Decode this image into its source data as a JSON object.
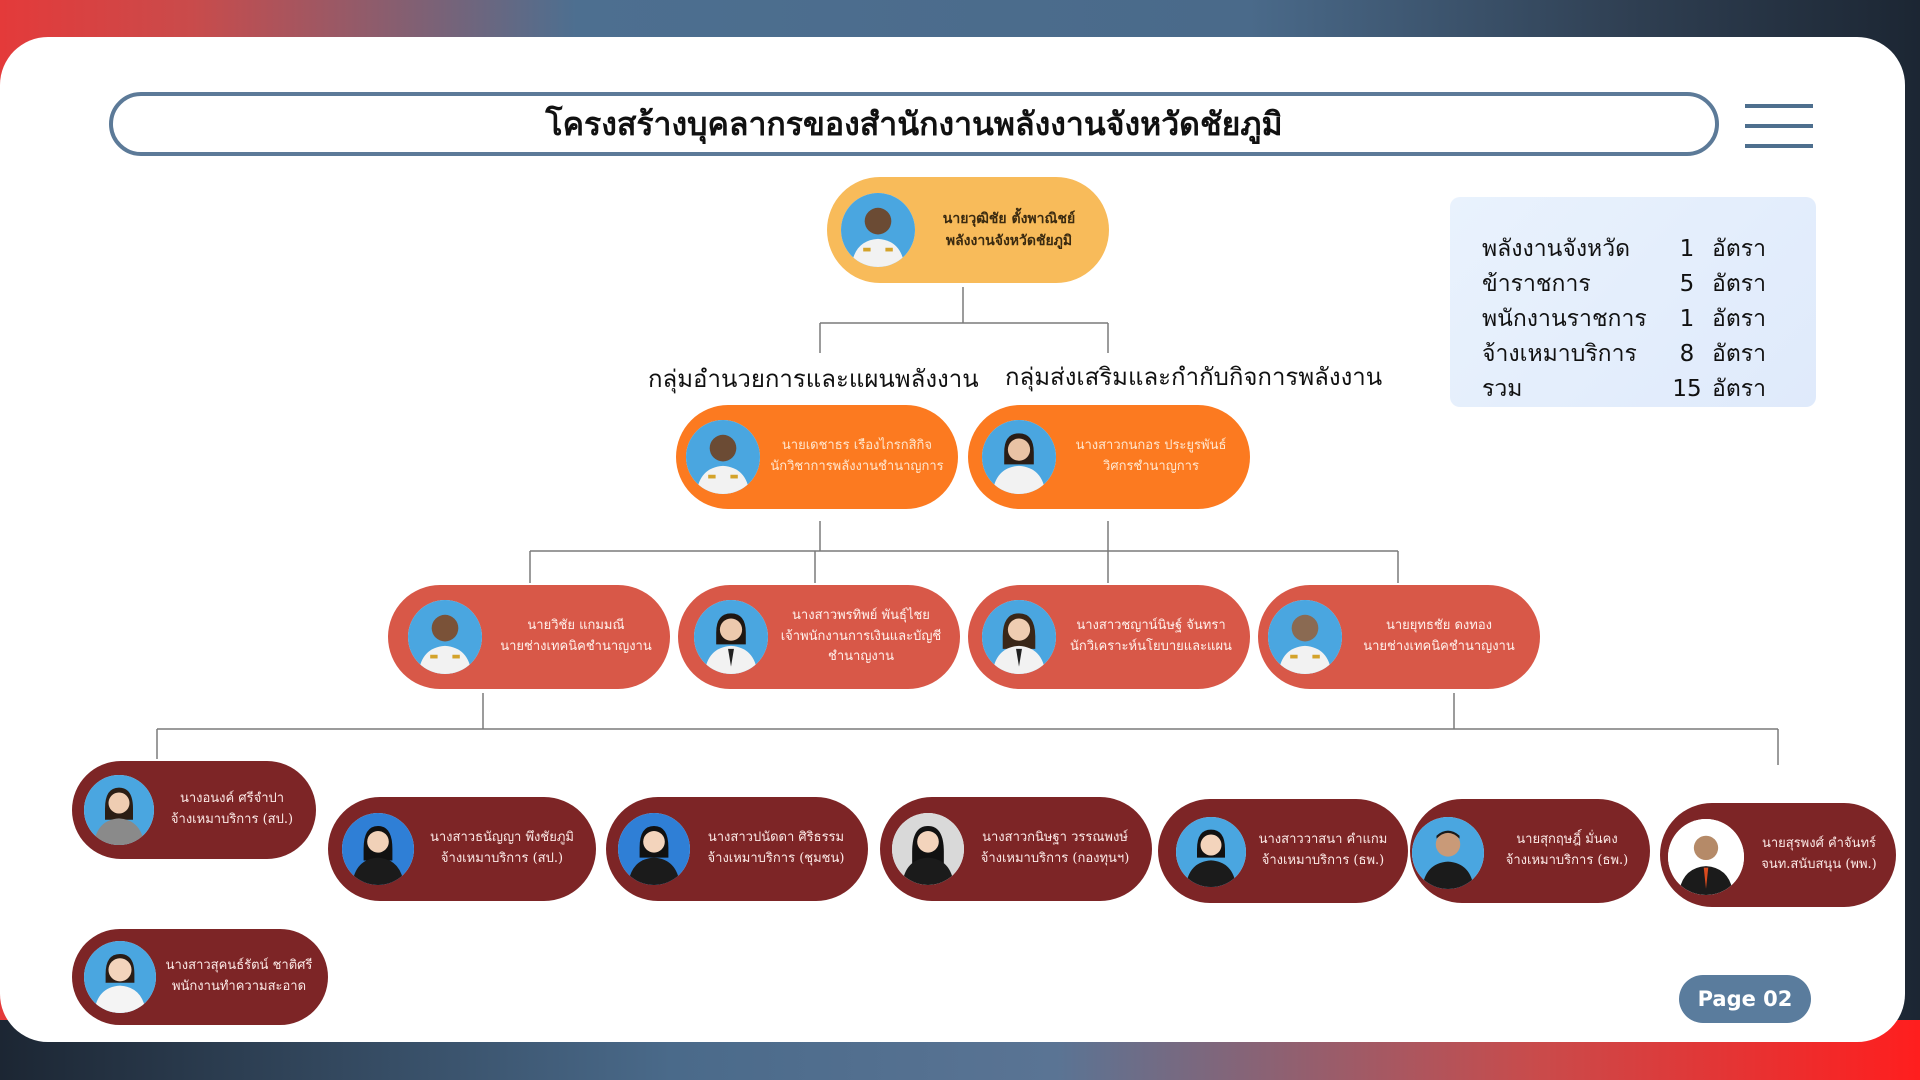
{
  "title": "โครงสร้างบุคลากรของสำนักงานพลังงานจังหวัดชัยภูมิ",
  "page_label": "Page 02",
  "summary": [
    {
      "label": "พลังงานจังหวัด",
      "count": "1",
      "unit": "อัตรา"
    },
    {
      "label": "ข้าราชการ",
      "count": "5",
      "unit": "อัตรา"
    },
    {
      "label": "พนักงานราชการ",
      "count": "1",
      "unit": "อัตรา"
    },
    {
      "label": "จ้างเหมาบริการ",
      "count": "8",
      "unit": "อัตรา"
    },
    {
      "label": "รวม",
      "count": "15",
      "unit": "อัตรา"
    }
  ],
  "groups": [
    {
      "label": "กลุ่มอำนวยการและแผนพลังงาน"
    },
    {
      "label": "กลุ่มส่งเสริมและกำกับกิจการพลังงาน"
    }
  ],
  "head": {
    "name": "นายวุฒิชัย ตั้งพาณิชย์",
    "position": "พลังงานจังหวัดชัยภูมิ"
  },
  "leads": [
    {
      "name": "นายเดชาธร เรืองไกรกสิกิจ",
      "position": "นักวิชาการพลังงานชำนาญการ"
    },
    {
      "name": "นางสาวกนกอร ประยูรพันธ์",
      "position": "วิศกรชำนาญการ"
    }
  ],
  "officers": [
    {
      "name": "นายวิชัย แกมมณี",
      "position": "นายช่างเทคนิคชำนาญงาน"
    },
    {
      "name": "นางสาวพรทิพย์ พันธุ์ไชย",
      "position": "เจ้าพนักงานการเงินและบัญชี",
      "position2": "ชำนาญงาน"
    },
    {
      "name": "นางสาวชญาน์นิษฐ์ จันทรา",
      "position": "นักวิเคราะห์นโยบายและแผน"
    },
    {
      "name": "นายยุทธชัย ดงทอง",
      "position": "นายช่างเทคนิคชำนาญงาน"
    }
  ],
  "staff": [
    {
      "name": "นางอนงค์ ศรีจำปา",
      "position": "จ้างเหมาบริการ (สป.)"
    },
    {
      "name": "นางสาวธนัญญา พึงชัยภูมิ",
      "position": "จ้างเหมาบริการ (สป.)"
    },
    {
      "name": "นางสาวปนัดดา ศิริธรรม",
      "position": "จ้างเหมาบริการ (ชุมชน)"
    },
    {
      "name": "นางสาวกนิษฐา วรรณพงษ์",
      "position": "จ้างเหมาบริการ (กองทุนฯ)"
    },
    {
      "name": "นางสาววาสนา คำแกม",
      "position": "จ้างเหมาบริการ (ธพ.)"
    },
    {
      "name": "นายสุกฤษฎิ์ มั่นคง",
      "position": "จ้างเหมาบริการ (ธพ.)"
    },
    {
      "name": "นายสุรพงศ์ คำจันทร์",
      "position": "จนท.สนับสนุน (พพ.)"
    },
    {
      "name": "นางสาวสุคนธ์รัตน์ ชาติศรี",
      "position": "พนักงานทำความสะอาด"
    }
  ],
  "colors": {
    "head": "#f8bb5a",
    "group": "#fc7a20",
    "officer": "#d85848",
    "staff": "#7d2526",
    "accent": "#5a7c9d"
  },
  "icons": {
    "menu": "hamburger-menu-icon",
    "photo": "person-portrait-icon"
  }
}
